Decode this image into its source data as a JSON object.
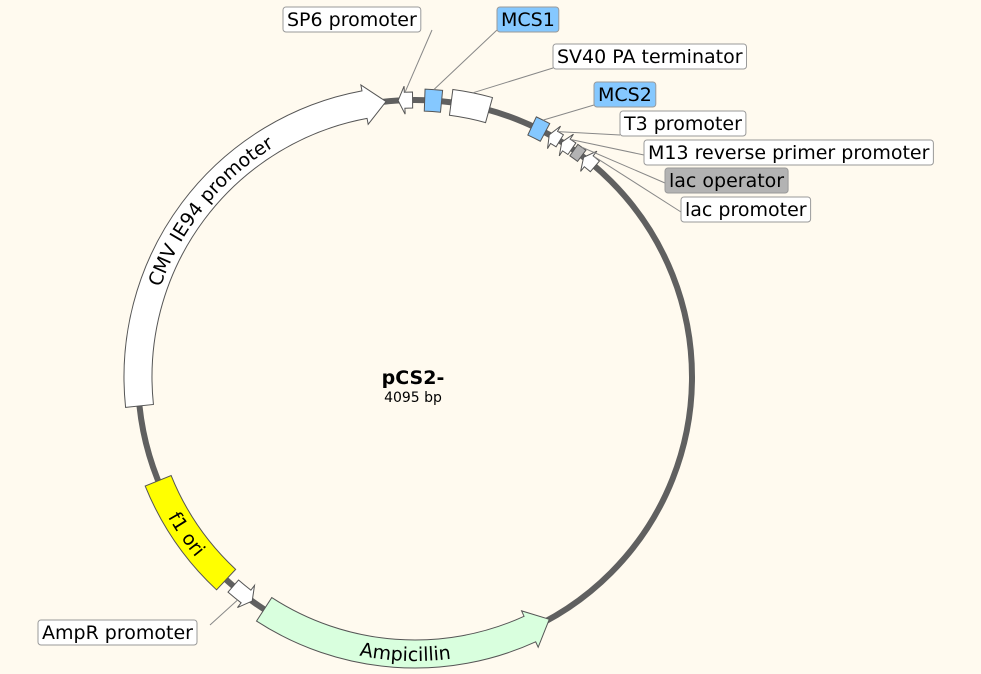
{
  "plasmid": {
    "name": "pCS2-",
    "length_label": "4095 bp",
    "length_bp": 4095
  },
  "colors": {
    "background": "#FFFAEF",
    "backbone": "#606060",
    "default_feature": "#FFFFFF",
    "mcs": "#85C8FF",
    "f1_ori": "#FFFF00",
    "ampicillin": "#D9FFDE",
    "lac_operator": "#B3B3B3"
  },
  "features": [
    {
      "id": "cmv",
      "label": "CMV IE94 promoter",
      "start_deg": 264,
      "end_deg": 354,
      "direction": 1,
      "color": "#FFFFFF",
      "label_mode": "inside"
    },
    {
      "id": "sp6",
      "label": "SP6 promoter",
      "start_deg": 356.5,
      "end_deg": 359.5,
      "direction": -1,
      "color": "#FFFFFF",
      "label_mode": "outside"
    },
    {
      "id": "mcs1",
      "label": "MCS1",
      "start_deg": 2,
      "end_deg": 5.5,
      "direction": 0,
      "color": "#85C8FF",
      "label_mode": "outside"
    },
    {
      "id": "sv40",
      "label": "SV40 PA terminator",
      "start_deg": 7.5,
      "end_deg": 15.5,
      "direction": 0,
      "color": "#FFFFFF",
      "label_mode": "outside"
    },
    {
      "id": "mcs2",
      "label": "MCS2",
      "start_deg": 25,
      "end_deg": 28,
      "direction": 0,
      "color": "#85C8FF",
      "label_mode": "outside"
    },
    {
      "id": "t3",
      "label": "T3 promoter",
      "start_deg": 29,
      "end_deg": 31.5,
      "direction": -1,
      "color": "#FFFFFF",
      "label_mode": "outside"
    },
    {
      "id": "m13",
      "label": "M13 reverse primer promoter",
      "start_deg": 32,
      "end_deg": 34.5,
      "direction": -1,
      "color": "#FFFFFF",
      "label_mode": "outside"
    },
    {
      "id": "lacop",
      "label": "lac operator",
      "start_deg": 35,
      "end_deg": 37,
      "direction": 0,
      "color": "#B3B3B3",
      "label_mode": "outside"
    },
    {
      "id": "lacpro",
      "label": "lac promoter",
      "start_deg": 37.5,
      "end_deg": 40.5,
      "direction": -1,
      "color": "#FFFFFF",
      "label_mode": "outside"
    },
    {
      "id": "amp",
      "label": "Ampicillin",
      "start_deg": 151,
      "end_deg": 213,
      "direction": -1,
      "color": "#D9FFDE",
      "label_mode": "inside"
    },
    {
      "id": "ampr",
      "label": "AmpR promoter",
      "start_deg": 216,
      "end_deg": 221,
      "direction": -1,
      "color": "#FFFFFF",
      "label_mode": "outside"
    },
    {
      "id": "f1",
      "label": "f1 ori",
      "start_deg": 223,
      "end_deg": 248,
      "direction": 0,
      "color": "#FFFF00",
      "label_mode": "inside"
    }
  ],
  "labels": {
    "sp6": "SP6 promoter",
    "mcs1": "MCS1",
    "sv40": "SV40 PA terminator",
    "mcs2": "MCS2",
    "t3": "T3 promoter",
    "m13": "M13 reverse primer promoter",
    "lacop": "lac operator",
    "lacpro": "lac promoter",
    "ampr": "AmpR promoter"
  }
}
